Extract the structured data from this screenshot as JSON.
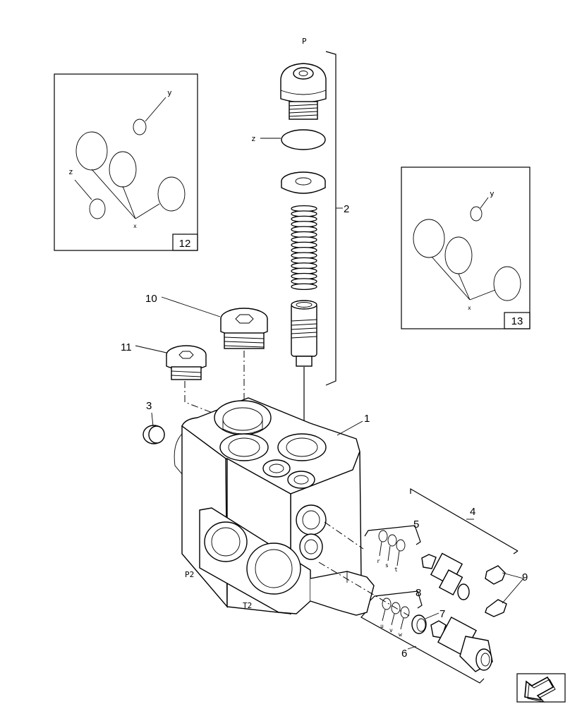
{
  "port_labels": {
    "p": "P",
    "p2": "P2",
    "t2": "T2"
  },
  "callouts": [
    "1",
    "2",
    "3",
    "4",
    "5",
    "6",
    "7",
    "8",
    "9",
    "10",
    "11"
  ],
  "inset_12": {
    "ref": "12",
    "letters": [
      "y",
      "z",
      "x"
    ]
  },
  "inset_13": {
    "ref": "13",
    "letters": [
      "y",
      "x"
    ]
  },
  "seal_letters": {
    "kit5": [
      "r",
      "s",
      "t"
    ],
    "kit8": [
      "u",
      "v",
      "w"
    ],
    "kit2": "z"
  },
  "icons": {
    "nav": "arrow-left-down-icon"
  }
}
